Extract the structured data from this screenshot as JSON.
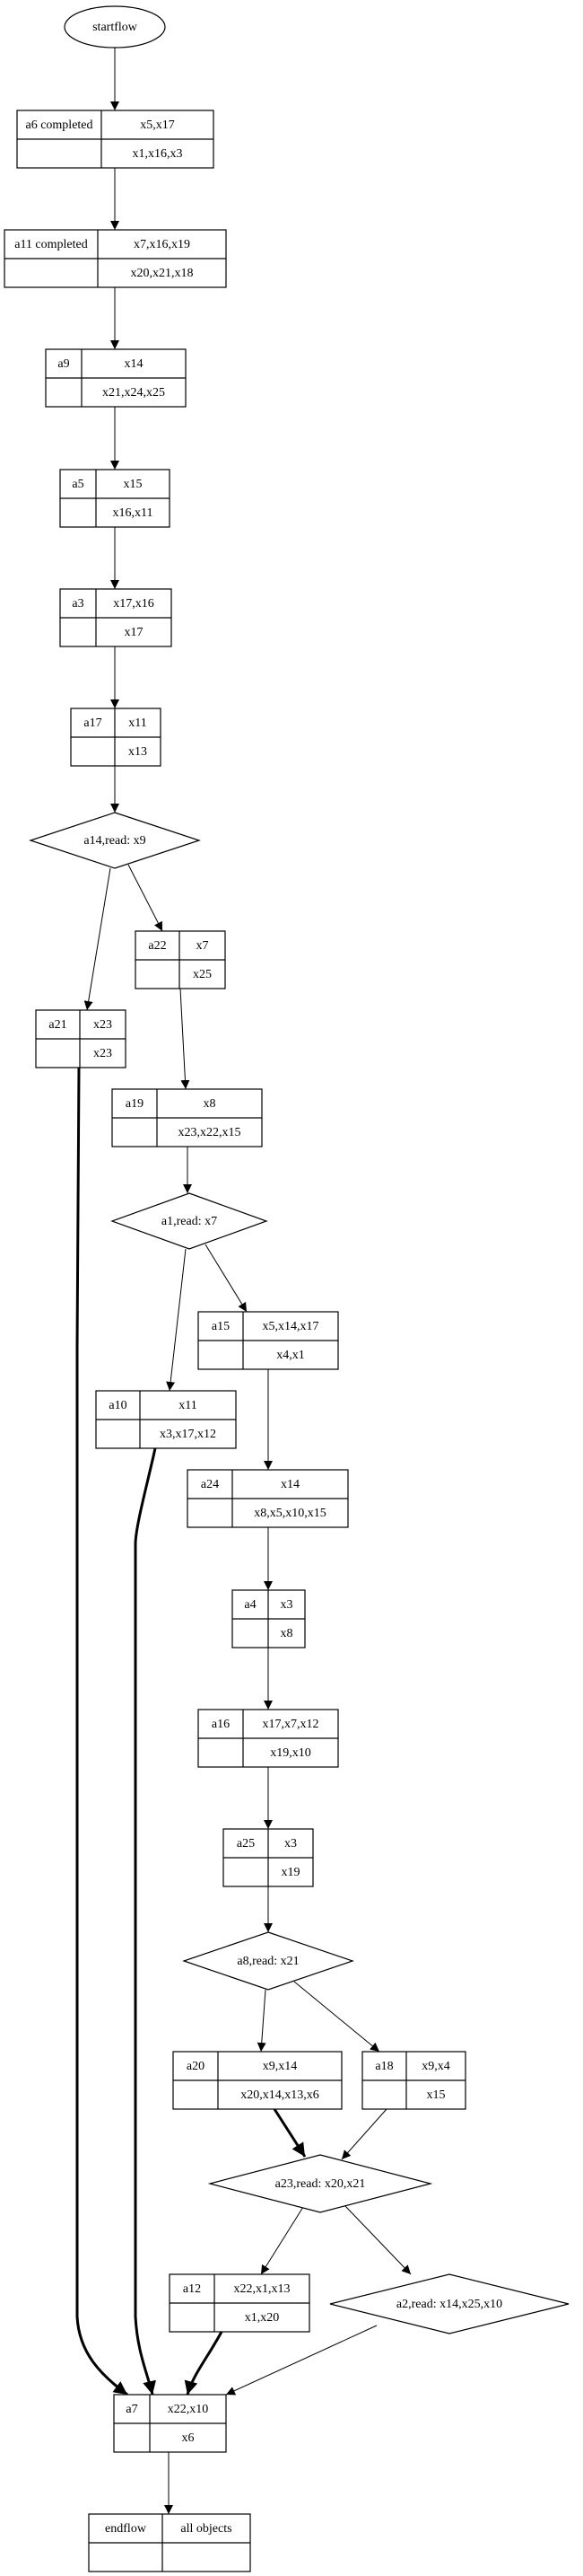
{
  "diagram": {
    "type": "workflow-graph",
    "start": {
      "id": "startflow",
      "label": "startflow"
    },
    "records": [
      {
        "id": "a6",
        "name": "a6 completed",
        "reads": "x5,x17",
        "writes": "x1,x16,x3"
      },
      {
        "id": "a11",
        "name": "a11  completed",
        "reads": "x7,x16,x19",
        "writes": "x20,x21,x18"
      },
      {
        "id": "a9",
        "name": "a9",
        "reads": "x14",
        "writes": "x21,x24,x25"
      },
      {
        "id": "a5",
        "name": "a5",
        "reads": "x15",
        "writes": "x16,x11"
      },
      {
        "id": "a3",
        "name": "a3",
        "reads": "x17,x16",
        "writes": "x17"
      },
      {
        "id": "a17",
        "name": "a17",
        "reads": "x11",
        "writes": "x13"
      },
      {
        "id": "a22",
        "name": "a22",
        "reads": "x7",
        "writes": "x25"
      },
      {
        "id": "a21",
        "name": "a21",
        "reads": "x23",
        "writes": "x23"
      },
      {
        "id": "a19",
        "name": "a19",
        "reads": "x8",
        "writes": "x23,x22,x15"
      },
      {
        "id": "a15",
        "name": "a15",
        "reads": "x5,x14,x17",
        "writes": "x4,x1"
      },
      {
        "id": "a10",
        "name": "a10",
        "reads": "x11",
        "writes": "x3,x17,x12"
      },
      {
        "id": "a24",
        "name": "a24",
        "reads": "x14",
        "writes": "x8,x5,x10,x15"
      },
      {
        "id": "a4",
        "name": "a4",
        "reads": "x3",
        "writes": "x8"
      },
      {
        "id": "a16",
        "name": "a16",
        "reads": "x17,x7,x12",
        "writes": "x19,x10"
      },
      {
        "id": "a25",
        "name": "a25",
        "reads": "x3",
        "writes": "x19"
      },
      {
        "id": "a20",
        "name": "a20",
        "reads": "x9,x14",
        "writes": "x20,x14,x13,x6"
      },
      {
        "id": "a18",
        "name": "a18",
        "reads": "x9,x4",
        "writes": "x15"
      },
      {
        "id": "a12",
        "name": "a12",
        "reads": "x22,x1,x13",
        "writes": "x1,x20"
      },
      {
        "id": "a7",
        "name": "a7",
        "reads": "x22,x10",
        "writes": "x6"
      },
      {
        "id": "endflow",
        "name": "endflow",
        "reads": "all objects",
        "writes": ""
      }
    ],
    "decisions": [
      {
        "id": "a14",
        "label": "a14,read: x9"
      },
      {
        "id": "a1",
        "label": "a1,read: x7"
      },
      {
        "id": "a8",
        "label": "a8,read: x21"
      },
      {
        "id": "a23",
        "label": "a23,read: x20,x21"
      },
      {
        "id": "a2",
        "label": "a2,read: x14,x25,x10"
      }
    ],
    "edges": [
      {
        "from": "startflow",
        "to": "a6",
        "bold": false
      },
      {
        "from": "a6",
        "to": "a11",
        "bold": false
      },
      {
        "from": "a11",
        "to": "a9",
        "bold": false
      },
      {
        "from": "a9",
        "to": "a5",
        "bold": false
      },
      {
        "from": "a5",
        "to": "a3",
        "bold": false
      },
      {
        "from": "a3",
        "to": "a17",
        "bold": false
      },
      {
        "from": "a17",
        "to": "a14",
        "bold": false
      },
      {
        "from": "a14",
        "to": "a22",
        "bold": false
      },
      {
        "from": "a14",
        "to": "a21",
        "bold": false
      },
      {
        "from": "a22",
        "to": "a19",
        "bold": false
      },
      {
        "from": "a19",
        "to": "a1",
        "bold": false
      },
      {
        "from": "a1",
        "to": "a15",
        "bold": false
      },
      {
        "from": "a1",
        "to": "a10",
        "bold": false
      },
      {
        "from": "a15",
        "to": "a24",
        "bold": false
      },
      {
        "from": "a24",
        "to": "a4",
        "bold": false
      },
      {
        "from": "a4",
        "to": "a16",
        "bold": false
      },
      {
        "from": "a16",
        "to": "a25",
        "bold": false
      },
      {
        "from": "a25",
        "to": "a8",
        "bold": false
      },
      {
        "from": "a8",
        "to": "a20",
        "bold": false
      },
      {
        "from": "a8",
        "to": "a18",
        "bold": false
      },
      {
        "from": "a20",
        "to": "a23",
        "bold": true
      },
      {
        "from": "a18",
        "to": "a23",
        "bold": false
      },
      {
        "from": "a23",
        "to": "a12",
        "bold": false
      },
      {
        "from": "a23",
        "to": "a2",
        "bold": false
      },
      {
        "from": "a21",
        "to": "a7",
        "bold": true
      },
      {
        "from": "a10",
        "to": "a7",
        "bold": true
      },
      {
        "from": "a12",
        "to": "a7",
        "bold": true
      },
      {
        "from": "a2",
        "to": "a7",
        "bold": false
      },
      {
        "from": "a7",
        "to": "endflow",
        "bold": false
      }
    ]
  }
}
